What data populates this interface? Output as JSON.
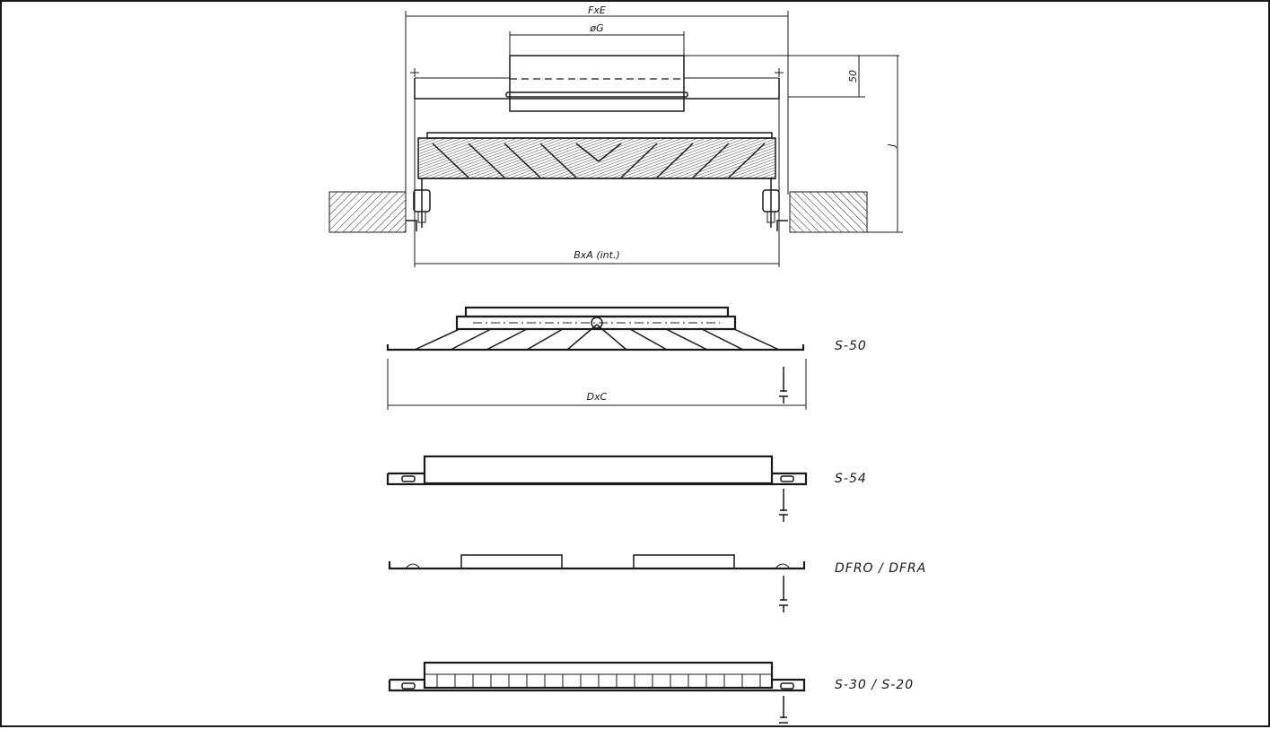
{
  "drawing": {
    "dimensions": {
      "overall": "FxE",
      "diameter": "øG",
      "height_50": "50",
      "height_j": "J",
      "inner": "BxA (int.)",
      "face": "DxC"
    },
    "models": [
      {
        "label": "S-50"
      },
      {
        "label": "S-54"
      },
      {
        "label": "DFRO / DFRA"
      },
      {
        "label": "S-30 / S-20"
      }
    ]
  },
  "colors": {
    "line": "#1a1a1a",
    "background": "#ffffff"
  }
}
